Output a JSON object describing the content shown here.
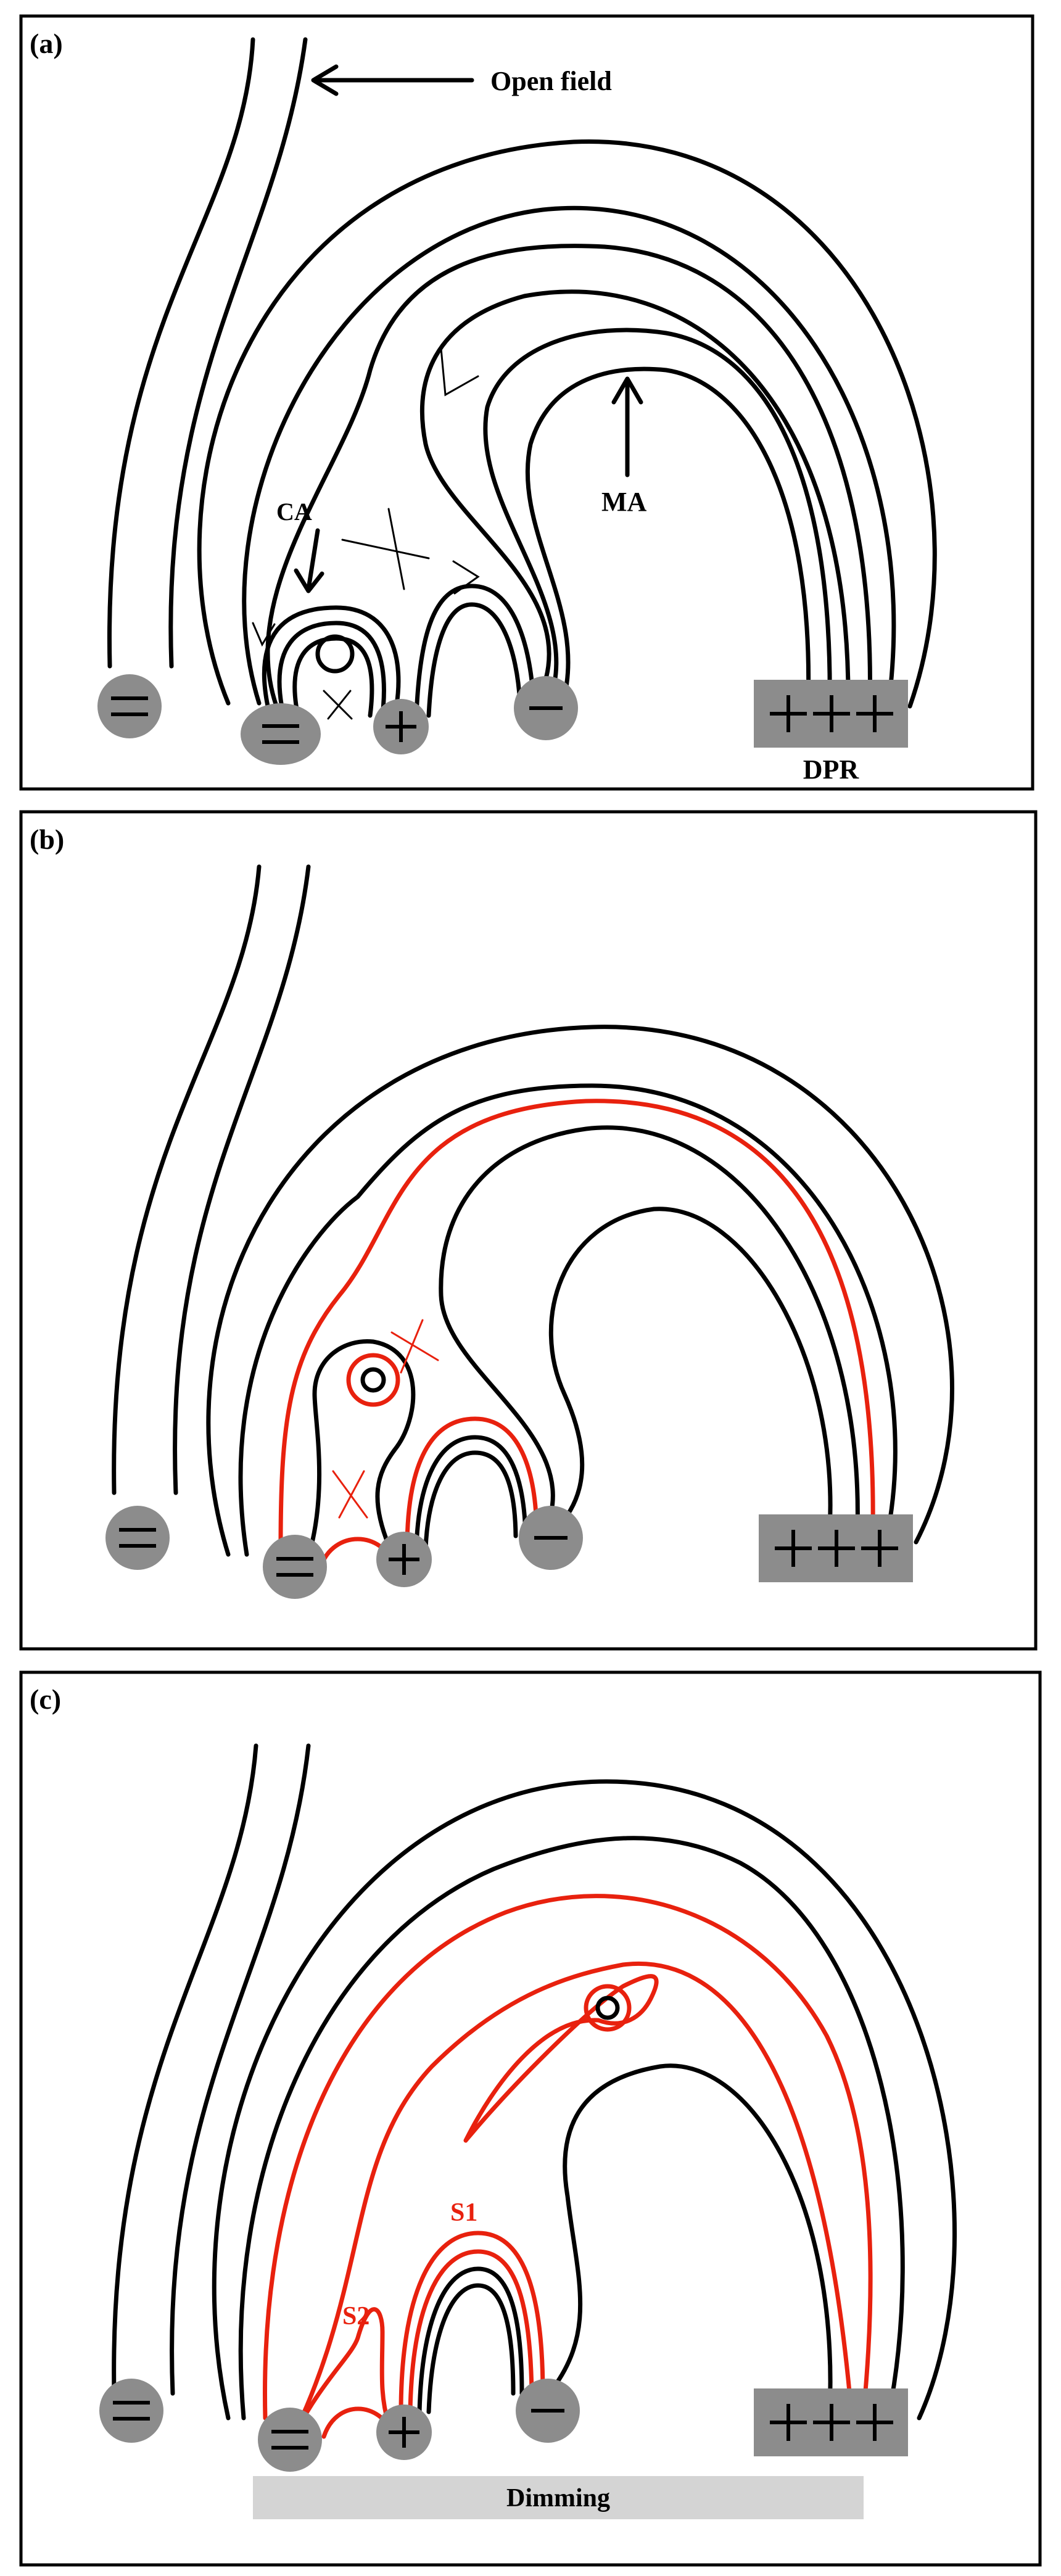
{
  "panels": [
    {
      "label": "(a)"
    },
    {
      "label": "(b)"
    },
    {
      "label": "(c)"
    }
  ],
  "annotations": {
    "open_field": "Open field",
    "ca": "CA",
    "ma": "MA",
    "dpr": "DPR",
    "s1": "S1",
    "s2": "S2",
    "dimming": "Dimming"
  },
  "colors": {
    "field_line": "#000000",
    "reconnected_line": "#e8210e",
    "polarity_patch": "#8c8c8c",
    "dimming_band": "#d4d4d4"
  }
}
